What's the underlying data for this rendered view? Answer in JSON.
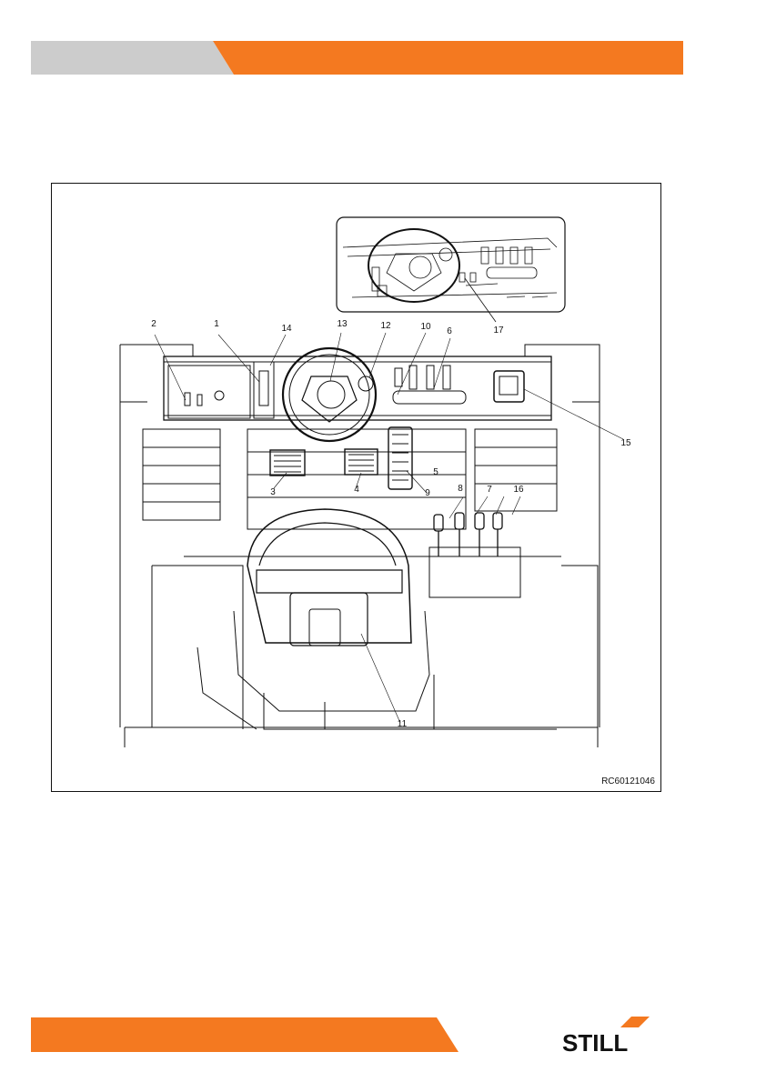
{
  "colors": {
    "accent": "#f47920",
    "header_grey": "#cccccc",
    "line": "#111111"
  },
  "brand": {
    "logo_text": "STILL"
  },
  "figure": {
    "reference_code": "RC60121046",
    "callouts": [
      "1",
      "2",
      "3",
      "4",
      "5",
      "6",
      "7",
      "8",
      "9",
      "10",
      "11",
      "12",
      "13",
      "14",
      "15",
      "16",
      "17"
    ]
  }
}
